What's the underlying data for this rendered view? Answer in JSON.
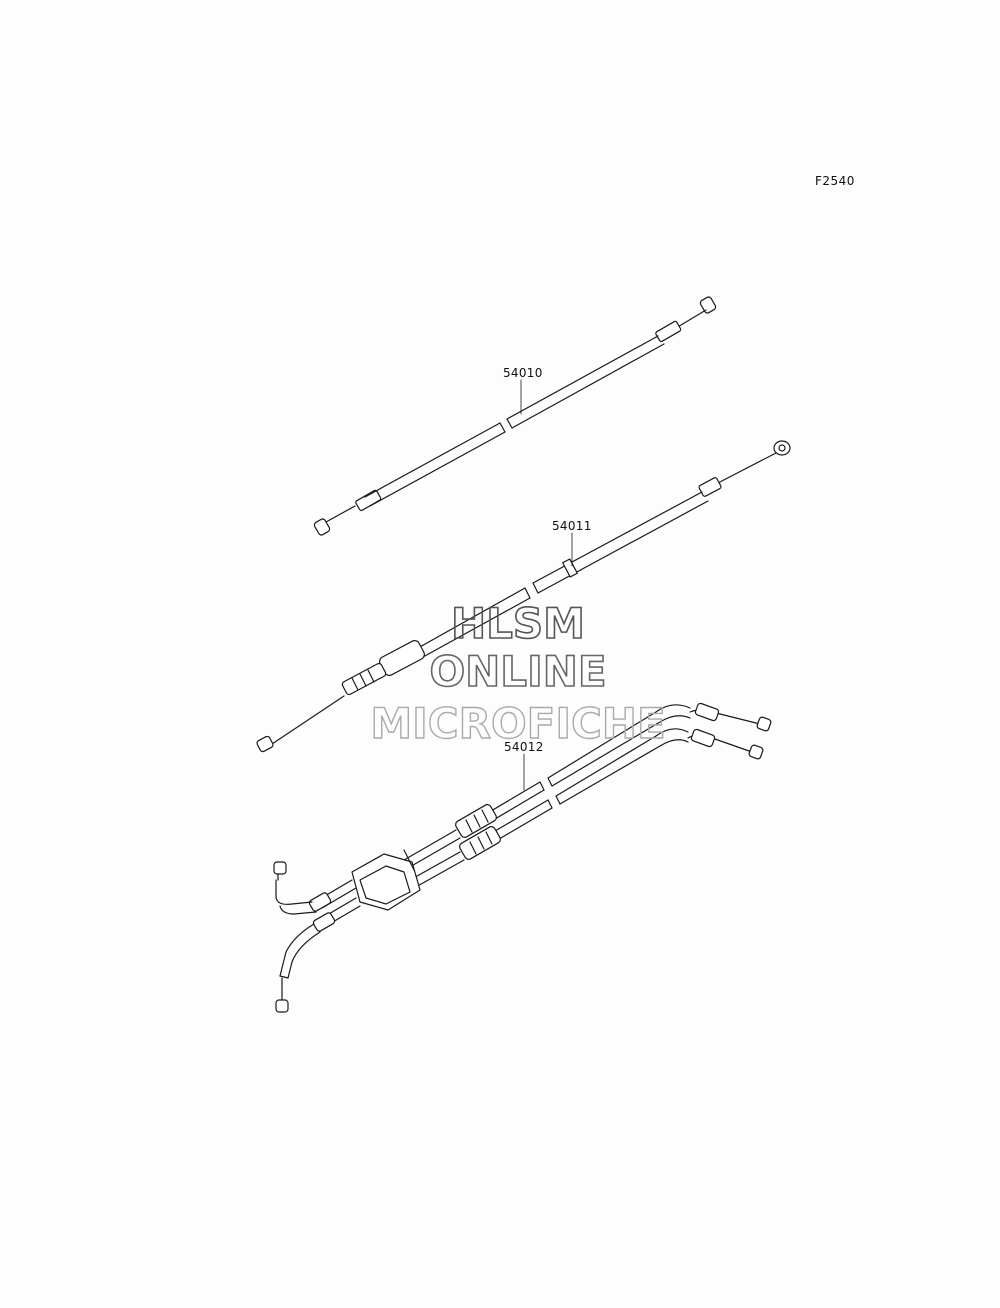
{
  "figure": {
    "id": "F2540"
  },
  "parts": [
    {
      "number": "54010"
    },
    {
      "number": "54011"
    },
    {
      "number": "54012"
    }
  ],
  "watermark": {
    "line1": "HLSM",
    "line2": "ONLINE",
    "line3": "MICROFICHE"
  },
  "colors": {
    "line": "#1a1a1a",
    "watermark_dark": "#555555",
    "watermark_light": "#aaaaaa"
  }
}
